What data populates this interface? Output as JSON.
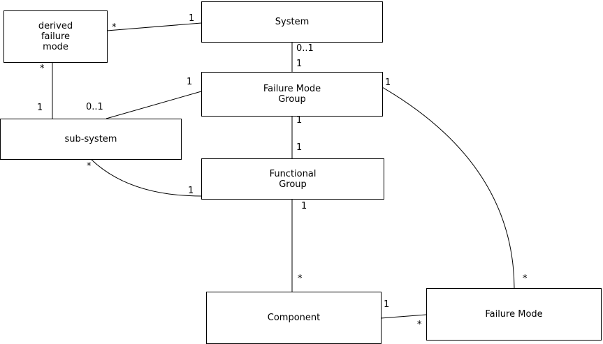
{
  "diagram": {
    "boxes": {
      "derived_failure_mode": "derived\nfailure\nmode",
      "system": "System",
      "failure_mode_group": "Failure Mode\nGroup",
      "sub_system": "sub-system",
      "functional_group": "Functional\nGroup",
      "component": "Component",
      "failure_mode": "Failure Mode"
    },
    "multiplicities": {
      "system_to_derived_failure_mode": {
        "near_system": "1",
        "near_derived_failure_mode": "*"
      },
      "system_to_failure_mode_group": {
        "near_system": "0..1",
        "near_failure_mode_group": "1"
      },
      "derived_failure_mode_to_sub_system": {
        "near_derived_failure_mode": "*",
        "near_sub_system": "1"
      },
      "sub_system_to_failure_mode_group": {
        "near_sub_system": "0..1",
        "near_failure_mode_group": "1"
      },
      "failure_mode_group_to_functional_group": {
        "near_failure_mode_group": "1",
        "near_functional_group": "1"
      },
      "sub_system_to_functional_group": {
        "near_sub_system": "*",
        "near_functional_group": "1"
      },
      "functional_group_to_component": {
        "near_functional_group": "1",
        "near_component": "*"
      },
      "component_to_failure_mode": {
        "near_component": "1",
        "near_failure_mode": "*"
      },
      "failure_mode_group_to_failure_mode": {
        "near_failure_mode_group": "1",
        "near_failure_mode": "*"
      }
    },
    "colors": {
      "line": "#000000",
      "box_fill": "#ffffff",
      "text": "#000000",
      "background": "#ffffff"
    }
  }
}
